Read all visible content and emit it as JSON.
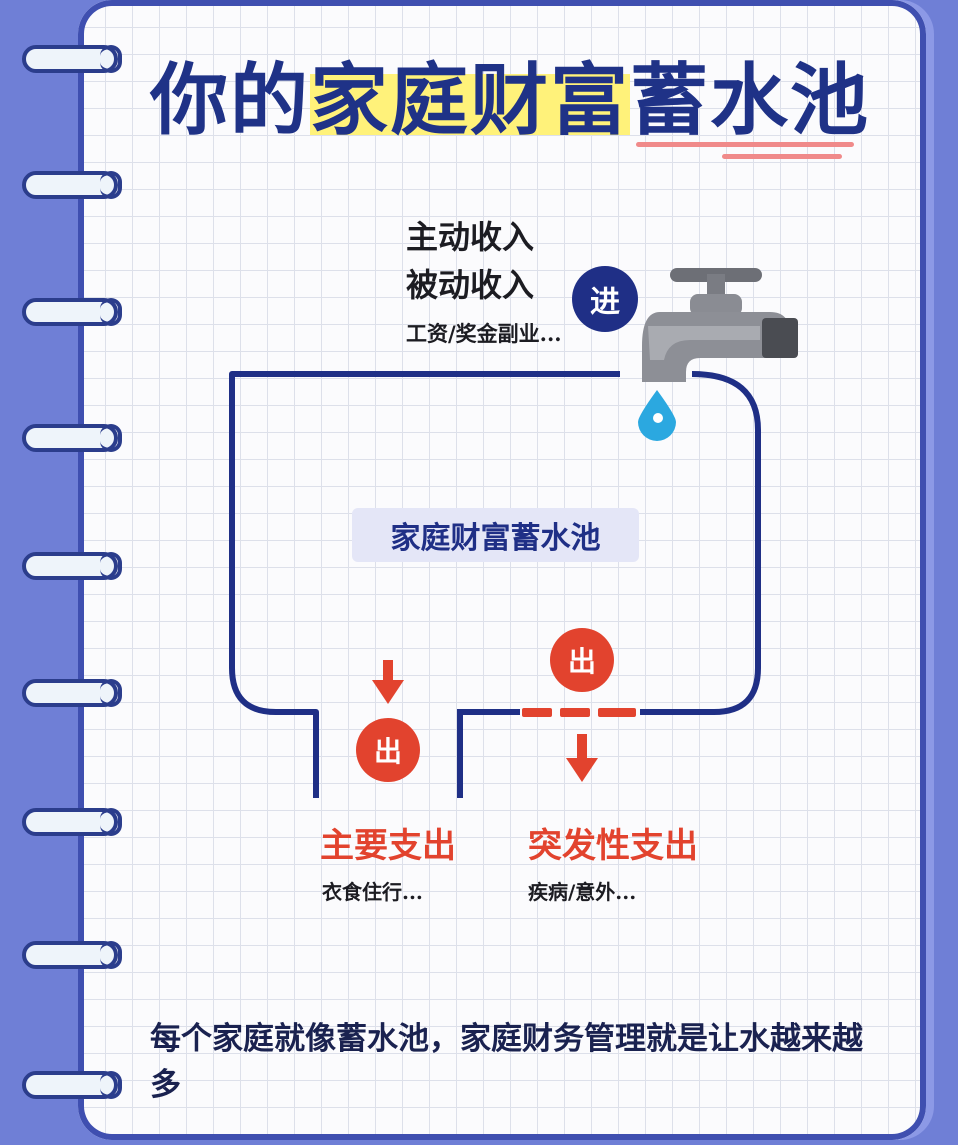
{
  "title": {
    "part1": "你的",
    "part2": "家庭财富",
    "part3": "蓄水池"
  },
  "income": {
    "line1": "主动收入",
    "line2": "被动收入",
    "line3": "工资/奖金副业...",
    "badge": "进"
  },
  "pool": {
    "label": "家庭财富蓄水池"
  },
  "outflow_main": {
    "badge": "出",
    "title": "主要支出",
    "sub": "衣食住行..."
  },
  "outflow_sudden": {
    "badge": "出",
    "title": "突发性支出",
    "sub": "疾病/意外..."
  },
  "footer": {
    "text": "每个家庭就像蓄水池，家庭财务管理就是让水越来越多"
  },
  "colors": {
    "navy": "#1f2f86",
    "red": "#e2432e",
    "water": "#2ba8e0",
    "highlight": "#fff27a"
  }
}
